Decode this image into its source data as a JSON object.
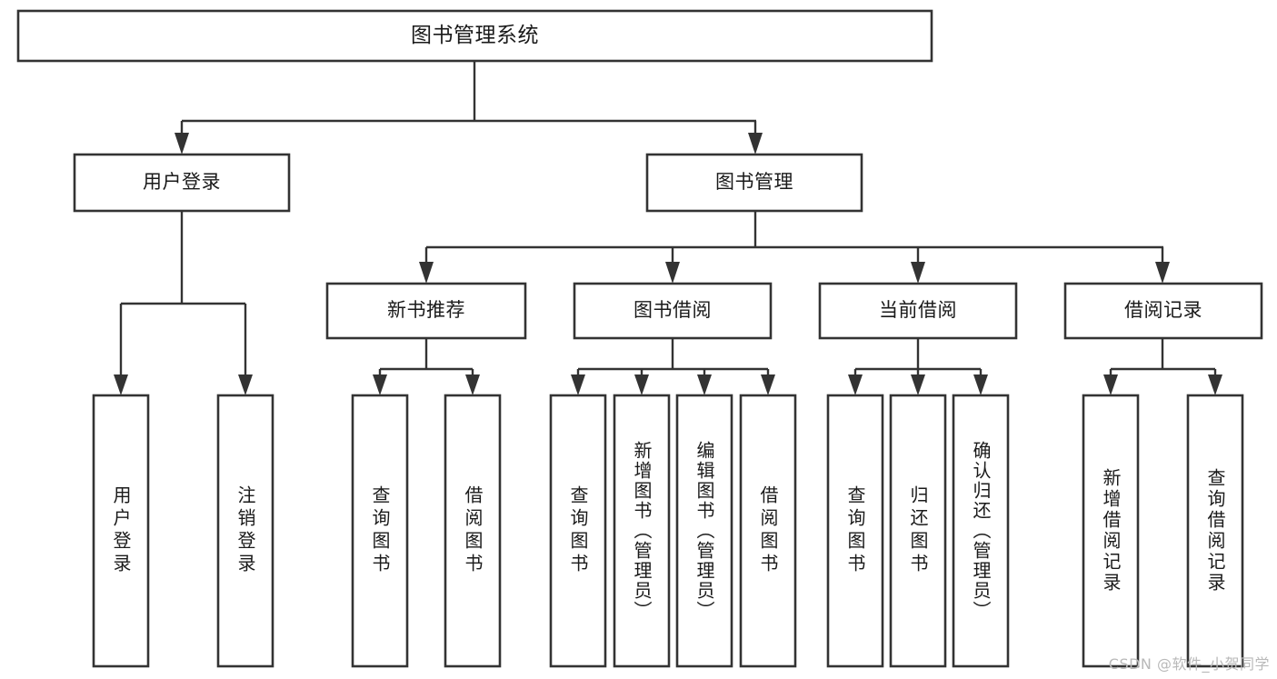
{
  "diagram": {
    "title": "图书管理系统",
    "type": "tree-hierarchy",
    "orientation": "top-down",
    "colors": {
      "box_stroke": "#333333",
      "box_fill": "#ffffff",
      "connector": "#333333",
      "text": "#1a1a1a",
      "watermark": "#b9b9b9",
      "background": "#ffffff"
    },
    "root": {
      "label": "图书管理系统"
    },
    "level2": [
      {
        "key": "user_login",
        "label": "用户登录"
      },
      {
        "key": "book_manage",
        "label": "图书管理"
      }
    ],
    "level3": [
      {
        "key": "new_book_rec",
        "label": "新书推荐",
        "parent": "book_manage"
      },
      {
        "key": "book_borrow",
        "label": "图书借阅",
        "parent": "book_manage"
      },
      {
        "key": "current_borrow",
        "label": "当前借阅",
        "parent": "book_manage"
      },
      {
        "key": "borrow_record",
        "label": "借阅记录",
        "parent": "book_manage"
      }
    ],
    "leaves": {
      "user_login": [
        {
          "label": "用户登录"
        },
        {
          "label": "注销登录"
        }
      ],
      "new_book_rec": [
        {
          "label": "查询图书"
        },
        {
          "label": "借阅图书"
        }
      ],
      "book_borrow": [
        {
          "label": "查询图书"
        },
        {
          "label": "新增图书（管理员）"
        },
        {
          "label": "编辑图书（管理员）"
        },
        {
          "label": "借阅图书"
        }
      ],
      "current_borrow": [
        {
          "label": "查询图书"
        },
        {
          "label": "归还图书"
        },
        {
          "label": "确认归还（管理员）"
        }
      ],
      "borrow_record": [
        {
          "label": "新增借阅记录"
        },
        {
          "label": "查询借阅记录"
        }
      ]
    }
  },
  "watermark": {
    "text": "CSDN @软件_小贺同学"
  }
}
